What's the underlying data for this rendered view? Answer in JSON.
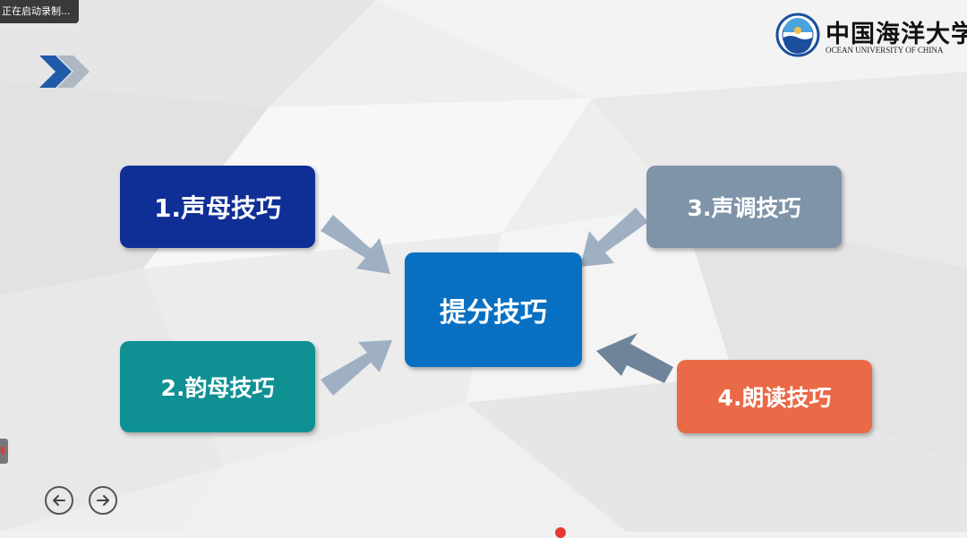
{
  "recording_toast": {
    "text": "正在启动录制..."
  },
  "logo": {
    "name_cn": "中国海洋大学",
    "name_en": "OCEAN UNIVERSITY OF CHINA"
  },
  "diagram": {
    "center": {
      "label": "提分技巧",
      "color": "#0870c2"
    },
    "boxes": [
      {
        "label": "1.声母技巧",
        "color": "#0f2f96"
      },
      {
        "label": "2.韵母技巧",
        "color": "#0f9194"
      },
      {
        "label": "3.声调技巧",
        "color": "#7f93a9"
      },
      {
        "label": "4.朗读技巧",
        "color": "#ea6946"
      }
    ],
    "arrow_color": "#9fb0c2"
  },
  "navigation": {
    "prev_icon": "arrow-left-circle-icon",
    "next_icon": "arrow-right-circle-icon"
  },
  "decor": {
    "chevron_icon": "double-chevron-right-icon"
  }
}
